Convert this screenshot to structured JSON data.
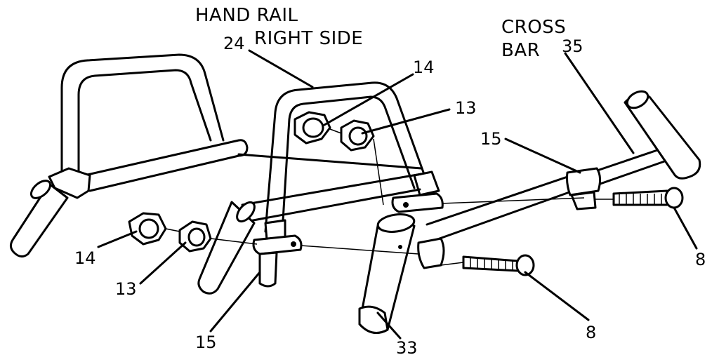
{
  "titles": {
    "hand_rail_line1": "HAND RAIL",
    "hand_rail_line2": "RIGHT SIDE",
    "cross_line1": "CROSS",
    "cross_line2": "BAR"
  },
  "callouts": {
    "part_24": "24",
    "part_35": "35",
    "part_14_top": "14",
    "part_13_top": "13",
    "part_15_top": "15",
    "part_14_left": "14",
    "part_13_left": "13",
    "part_15_bottom": "15",
    "part_33": "33",
    "part_8_right": "8",
    "part_8_bottom": "8"
  }
}
